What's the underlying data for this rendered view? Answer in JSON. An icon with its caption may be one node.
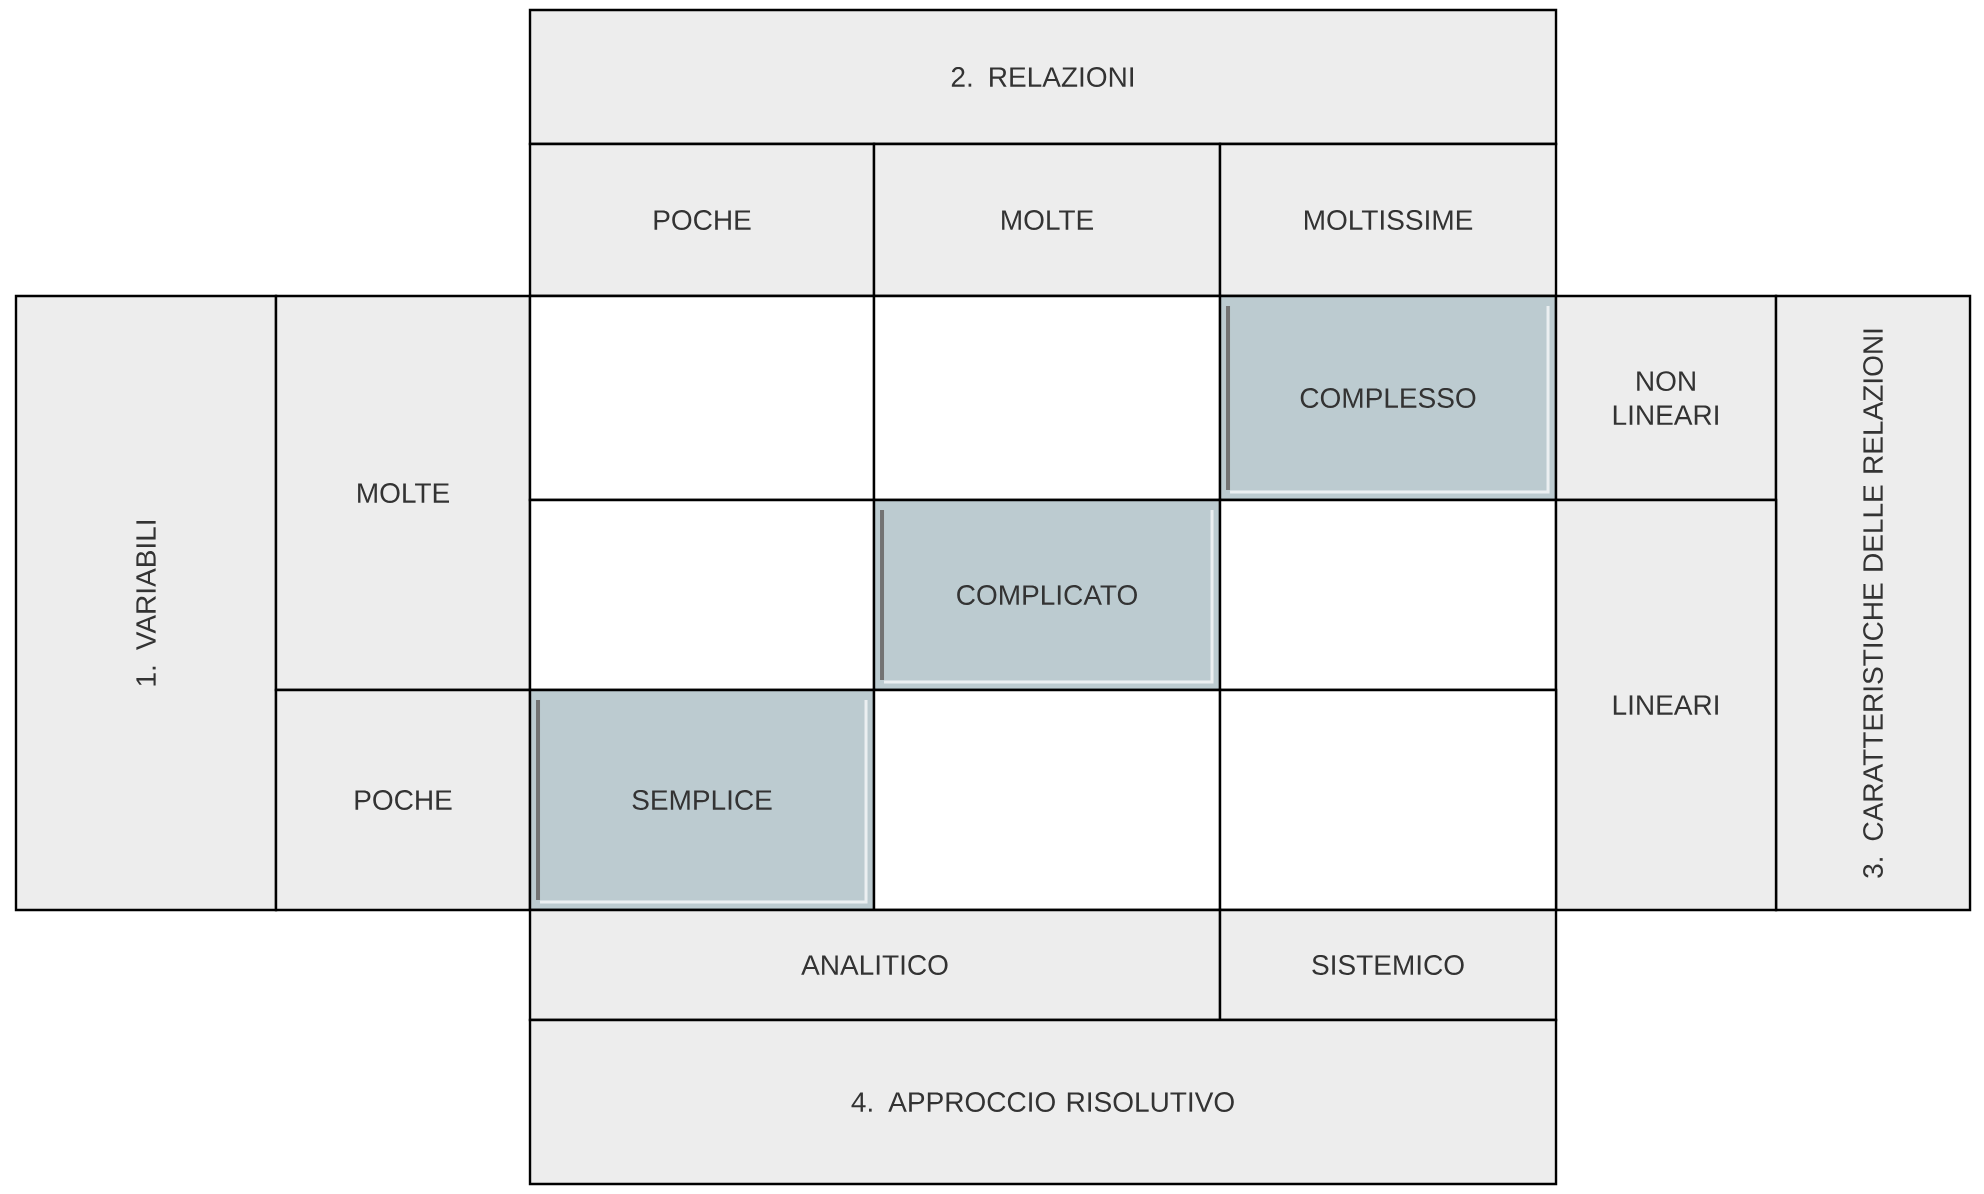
{
  "diagram": {
    "nodes": [
      {
        "text": [
          "2. RELAZIONI"
        ]
      },
      {
        "text": [
          "POCHE"
        ]
      },
      {
        "text": [
          "MOLTE"
        ]
      },
      {
        "text": [
          "MOLTISSIME"
        ]
      },
      {
        "text": [
          "1. VARIABILI"
        ]
      },
      {
        "text": [
          "MOLTE"
        ]
      },
      {
        "text": [],
        "shape": "box"
      },
      {
        "text": [],
        "shape": "box"
      },
      {
        "text": [
          "COMPLESSO"
        ]
      },
      {
        "text": [
          "NON LINEARI"
        ]
      },
      {
        "text": [
          "3. CARATTERISTICHE DELLE RELAZIONI"
        ]
      },
      {
        "text": [],
        "shape": "box"
      },
      {
        "text": [
          "COMPLICATO"
        ]
      },
      {
        "text": [],
        "shape": "box"
      },
      {
        "text": [
          "LINEARI"
        ]
      },
      {
        "text": [
          "POCHE"
        ]
      },
      {
        "text": [
          "SEMPLICE"
        ]
      },
      {
        "text": [],
        "shape": "box"
      },
      {
        "text": [],
        "shape": "box"
      },
      {
        "text": [
          "ANALITICO"
        ]
      },
      {
        "text": [
          "SISTEMICO"
        ]
      },
      {
        "text": [
          "4. APPROCCIO RISOLUTIVO"
        ]
      }
    ]
  }
}
